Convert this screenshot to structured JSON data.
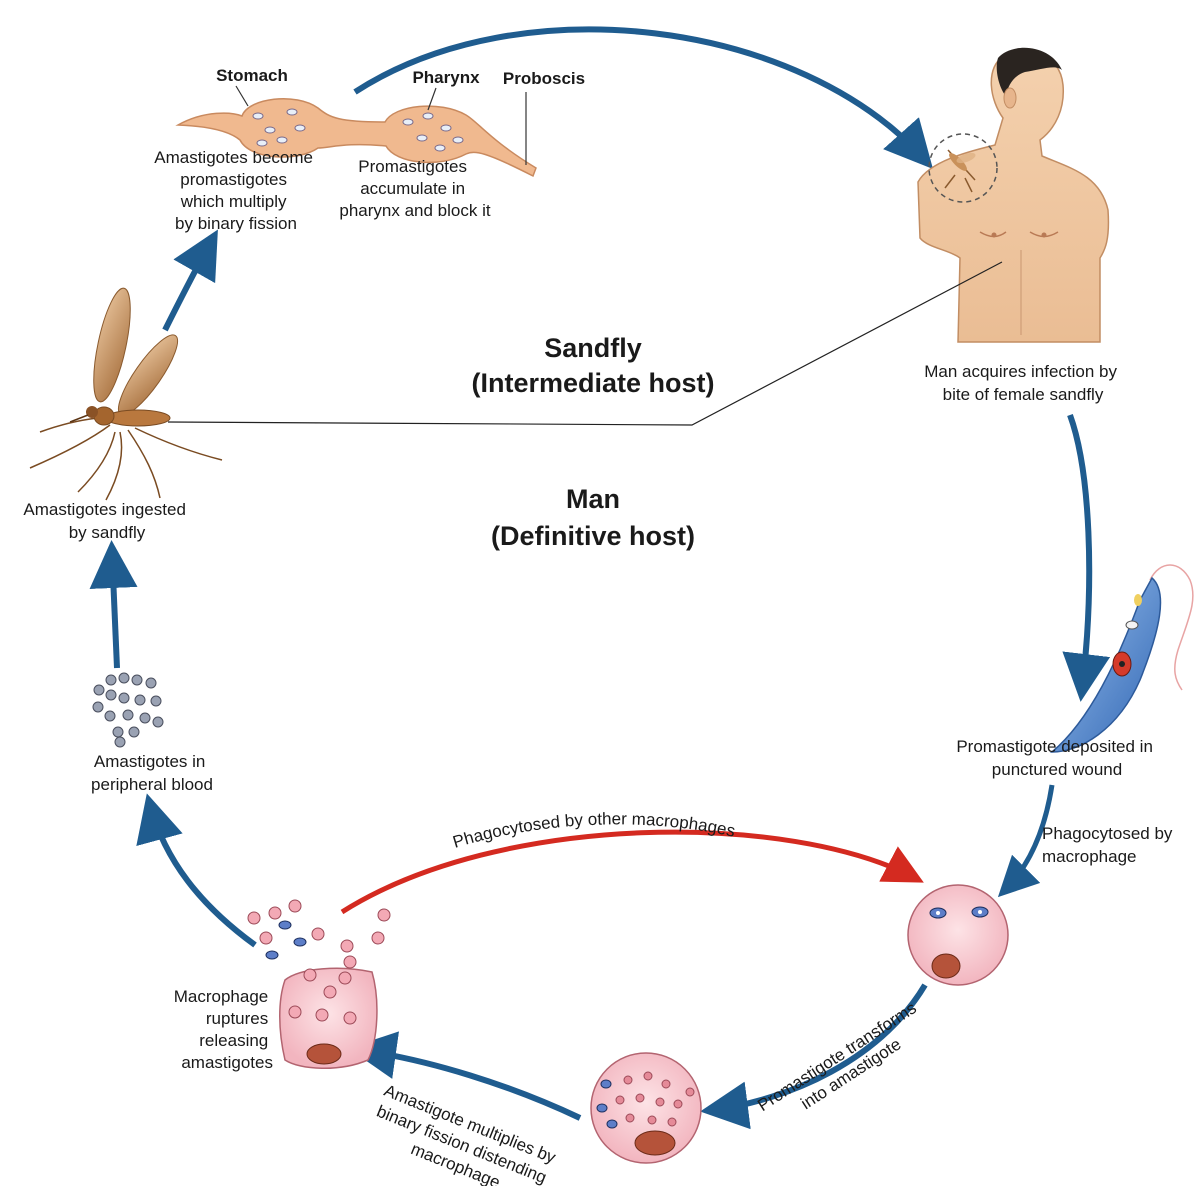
{
  "center": {
    "sandfly_title": "Sandfly",
    "sandfly_sub": "(Intermediate host)",
    "man_title": "Man",
    "man_sub": "(Definitive host)"
  },
  "gut_labels": {
    "stomach": "Stomach",
    "pharynx": "Pharynx",
    "proboscis": "Proboscis"
  },
  "captions": {
    "amastigotes_become": [
      "Amastigotes become",
      "promastigotes",
      "which multiply",
      "by binary fission"
    ],
    "promastigotes_accumulate": [
      "Promastigotes",
      "accumulate in",
      "pharynx and block it"
    ],
    "man_acquires": [
      "Man acquires infection by",
      "bite of female sandfly"
    ],
    "promastigote_deposited": [
      "Promastigote deposited in",
      "punctured wound"
    ],
    "phagocytosed_by_macrophage": [
      "Phagocytosed by",
      "macrophage"
    ],
    "promastigote_transforms": [
      "Promastigote transforms",
      "into amastigote"
    ],
    "amastigote_multiplies": [
      "Amastigote multiplies by",
      "binary fission distending",
      "macrophage"
    ],
    "macrophage_ruptures": [
      "Macrophage",
      "ruptures",
      "releasing",
      "amastigotes"
    ],
    "amastigotes_peripheral": [
      "Amastigotes in",
      "peripheral blood"
    ],
    "amastigotes_ingested": [
      "Amastigotes ingested",
      "by sandfly"
    ]
  },
  "red_arrow_label": "Phagocytosed by other macrophages",
  "colors": {
    "cycle_arrow": "#1f5c8f",
    "red_arrow": "#d42a20",
    "skin": "#f2c9a4",
    "macrophage": "#f6c9cf",
    "promastigote": "#5b8ed0",
    "sandfly": "#c9915a"
  }
}
